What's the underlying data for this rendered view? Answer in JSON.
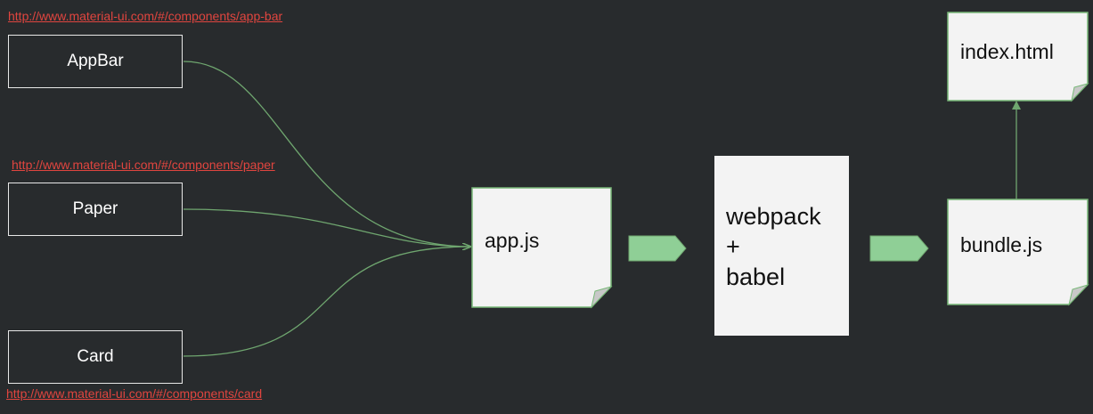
{
  "links": {
    "app_bar": "http://www.material-ui.com/#/components/app-bar",
    "paper": "http://www.material-ui.com/#/components/paper",
    "card": "http://www.material-ui.com/#/components/card"
  },
  "components": {
    "app_bar": "AppBar",
    "paper": "Paper",
    "card": "Card"
  },
  "files": {
    "app_js": "app.js",
    "bundle_js": "bundle.js",
    "index_html": "index.html"
  },
  "tools": {
    "line1": "webpack",
    "line2": "+",
    "line3": "babel"
  },
  "colors": {
    "background": "#282b2d",
    "link": "#e0453f",
    "connector": "#6fa66f",
    "arrow_fill": "#8fcf96",
    "doc_fill": "#f3f3f3",
    "doc_border": "#78b878"
  }
}
